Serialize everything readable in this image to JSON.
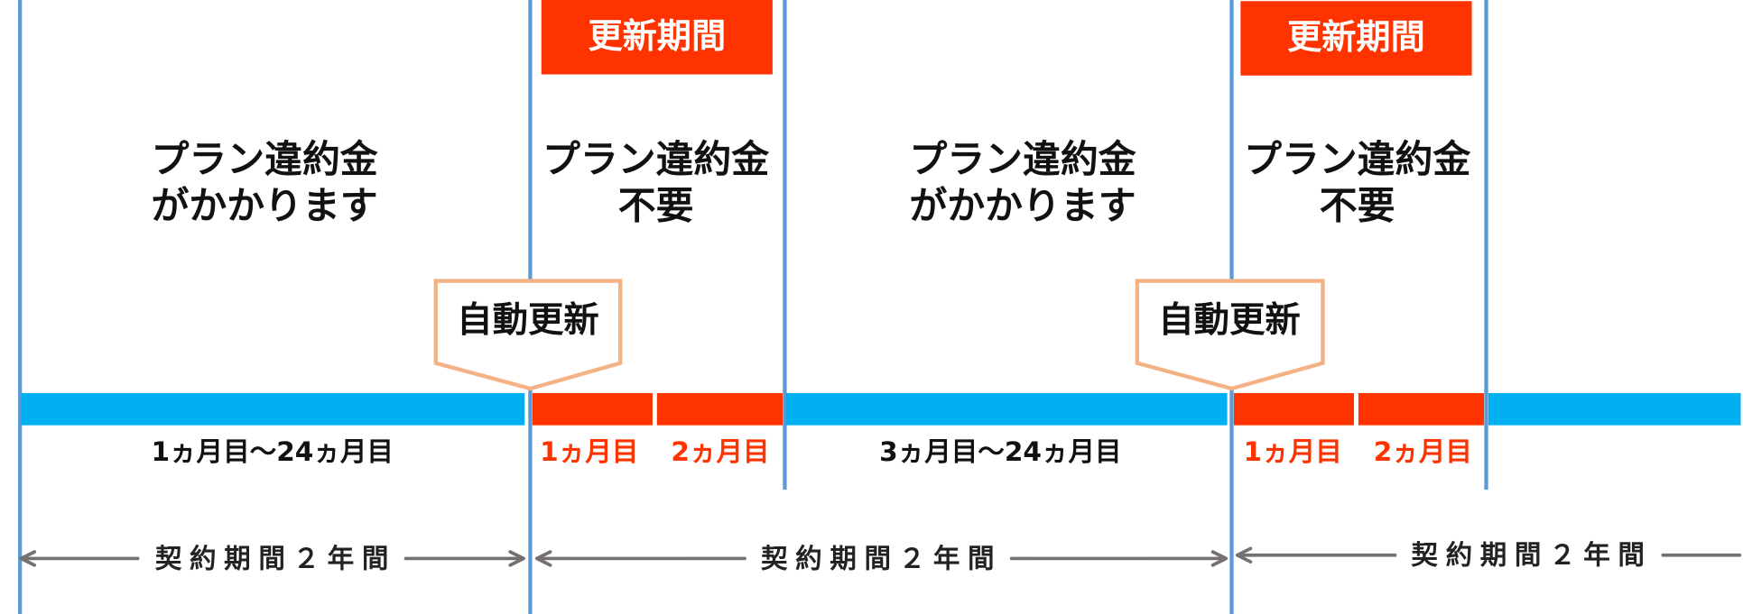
{
  "colors": {
    "divider_blue": "#5b9bd5",
    "timeline_blue": "#00b0f0",
    "renewal_red": "#ff3300",
    "callout_border": "#f4b183",
    "arrow_gray": "#767171"
  },
  "renewal_labels": [
    "更新期間",
    "更新期間"
  ],
  "sections": [
    {
      "line1": "プラン違約金",
      "line2": "がかかります"
    },
    {
      "line1": "プラン違約金",
      "line2": "不要"
    },
    {
      "line1": "プラン違約金",
      "line2": "がかかります"
    },
    {
      "line1": "プラン違約金",
      "line2": "不要"
    }
  ],
  "auto_renew_labels": [
    "自動更新",
    "自動更新"
  ],
  "month_labels": [
    "1ヵ月目〜24ヵ月目",
    "1ヵ月目",
    "2ヵ月目",
    "3ヵ月目〜24ヵ月目",
    "1ヵ月目",
    "2ヵ月目"
  ],
  "contract_labels": [
    "契約期間２年間",
    "契約期間２年間",
    "契約期間２年間"
  ]
}
